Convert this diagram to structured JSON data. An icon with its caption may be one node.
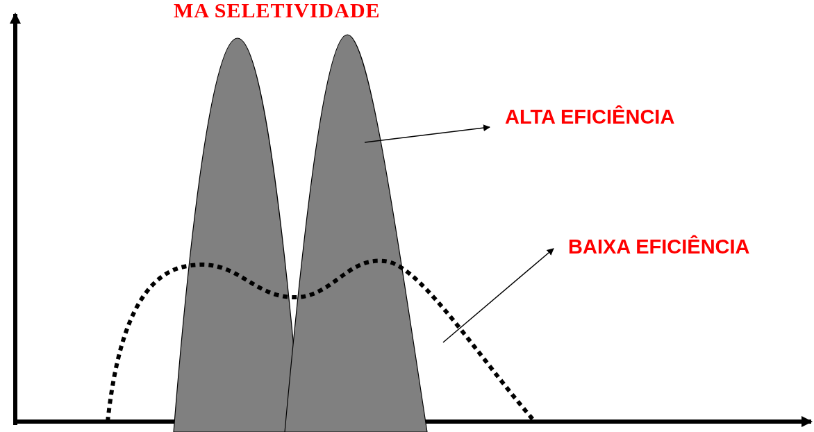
{
  "diagram": {
    "title": "MA SELETIVIDADE",
    "nodes": [
      {
        "text": [
          "ALTA EFICIÊNCIA"
        ]
      },
      {
        "text": [
          "BAIXA EFICIÊNCIA"
        ]
      },
      {
        "text": [],
        "shape": "picture"
      },
      {
        "text": [],
        "shape": "picture"
      }
    ],
    "edges": [
      {
        "from": 2,
        "to": 0,
        "arrow": "to"
      },
      {
        "from": 3,
        "to": 1,
        "arrow": "to"
      }
    ]
  }
}
